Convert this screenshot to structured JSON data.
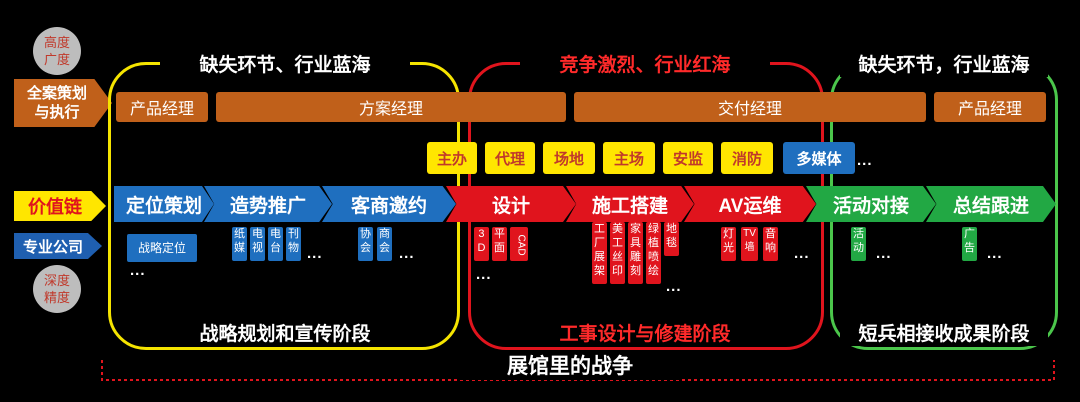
{
  "left_labels": {
    "top_circle": "高度\n广度",
    "plan_arrow": "全案策划\n与执行",
    "value_chain": "价值链",
    "companies": "专业公司",
    "bottom_circle": "深度\n精度"
  },
  "zones": [
    {
      "title": "缺失环节、行业蓝海",
      "stage": "战略规划和宣传阶段"
    },
    {
      "title": "竞争激烈、行业红海",
      "stage": "工事设计与修建阶段"
    },
    {
      "title": "缺失环节，行业蓝海",
      "stage": "短兵相接收成果阶段"
    }
  ],
  "roles": [
    "产品经理",
    "方案经理",
    "交付经理",
    "产品经理"
  ],
  "services": [
    "主办",
    "代理",
    "场地",
    "主场",
    "安监",
    "消防"
  ],
  "media": "多媒体",
  "ellipsis": "...",
  "chain": [
    "定位策划",
    "造势推广",
    "客商邀约",
    "设计",
    "施工搭建",
    "AV运维",
    "活动对接",
    "总结跟进"
  ],
  "companies": {
    "positioning": "战略定位",
    "promotion": [
      "纸\n媒",
      "电\n视",
      "电\n台",
      "刊\n物"
    ],
    "invite": [
      "协\n会",
      "商\n会"
    ],
    "design": [
      "3\nD",
      "平\n面",
      "CAD"
    ],
    "build": [
      "工\n厂\n展\n架",
      "美\n工\n丝\n印",
      "家\n具\n雕\n刻",
      "绿\n植\n喷\n绘",
      "地\n毯"
    ],
    "av": [
      "灯\n光",
      "TV\n墙",
      "音\n响"
    ],
    "event": "活\n动",
    "summary": "广\n告"
  },
  "bottom_title": "展馆里的战争",
  "colors": {
    "blue": "#1f6fbf",
    "red": "#e0141d",
    "green": "#22a844",
    "yellow": "#ffe600",
    "orange": "#c0601a",
    "red_text": "#ff2a2a"
  }
}
